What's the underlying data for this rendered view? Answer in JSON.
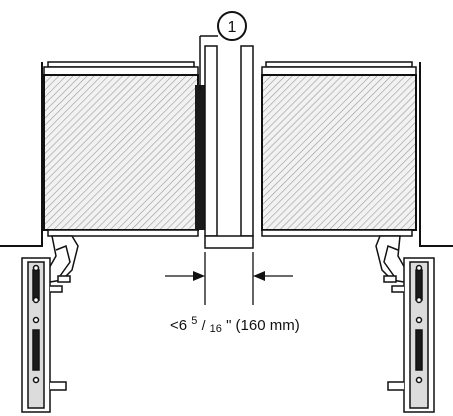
{
  "callout": {
    "label": "1"
  },
  "dimension": {
    "prefix": "<6 ",
    "frac_numerator": "5",
    "frac_slash": "/",
    "frac_denominator": "16",
    "suffix": "\" (160 mm)"
  },
  "colors": {
    "stroke": "#111111",
    "panel_fill": "#f2f2f2",
    "hatch": "#9a9a9a",
    "dark_strip": "#1a1a1a",
    "rail_fill": "#ffffff"
  }
}
